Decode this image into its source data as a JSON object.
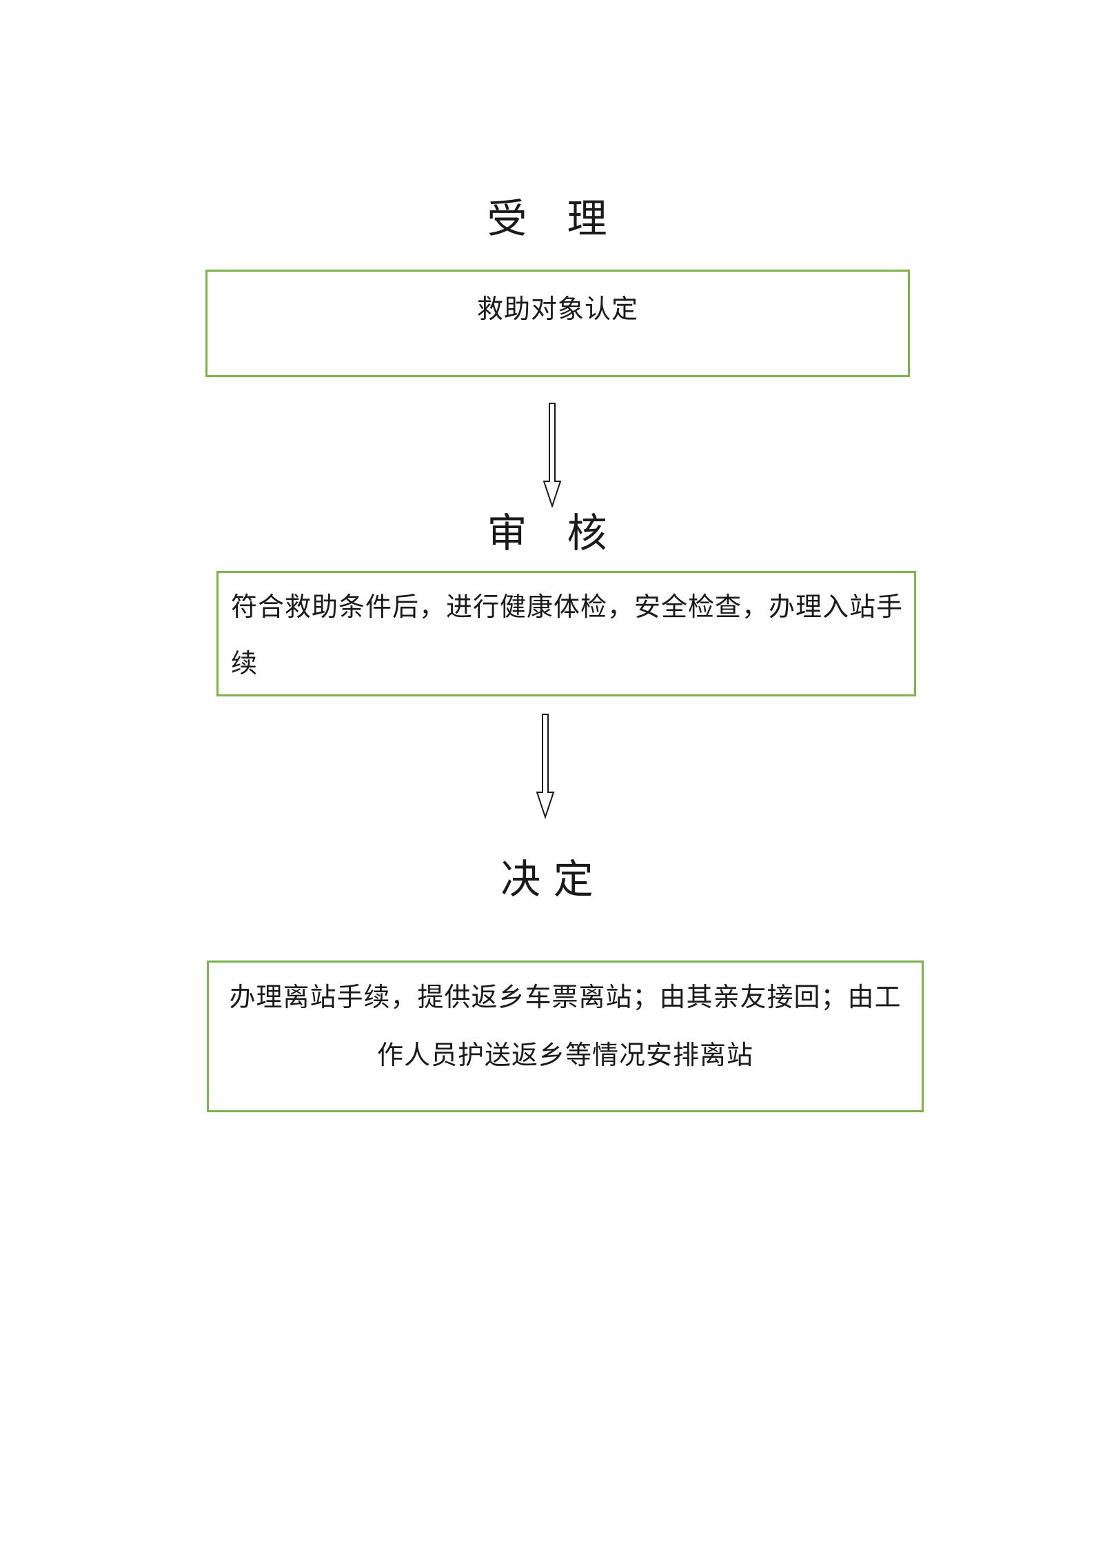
{
  "flowchart": {
    "stages": [
      {
        "heading": "受　理",
        "box_text": "救助对象认定"
      },
      {
        "heading": "审　核",
        "box_text": "符合救助条件后，进行健康体检，安全检查，办理入站手续"
      },
      {
        "heading": "决 定",
        "box_text": "办理离站手续，提供返乡车票离站；由其亲友接回；由工作人员护送返乡等情况安排离站"
      }
    ],
    "box_border_color": "#7ab648",
    "arrow_icon": "hollow-down-arrow-icon"
  }
}
